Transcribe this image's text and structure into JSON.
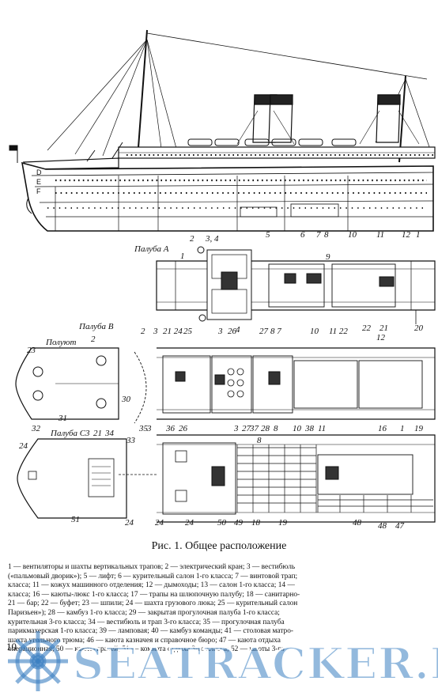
{
  "figure": {
    "caption": "Рис. 1. Общее расположение",
    "deck_labels": {
      "deck_a": "Палуба А",
      "deck_b": "Палуба В",
      "deck_c": "Палуба С",
      "poop": "Полуют"
    },
    "ship_marks": [
      "D",
      "E",
      "F"
    ]
  },
  "legend_lines": [
    "1 — вентиляторы и шахты вертикальных трапов; 2 — электрический кран; 3 — вестибюль",
    "(«пальмовый дворик»); 5 — лифт; 6 — курительный салон 1-го класса; 7 — винтовой трап;",
    "класса; 11 — кожух машинного отделения; 12 — дымоходы; 13 — салон 1-го класса; 14 —",
    "класса; 16 — каюты-люкс 1-го класса; 17 — трапы на шлюпочную палубу; 18 — санитарно-",
    "21 — бар; 22 — буфет; 23 — шпили; 24 — шахта грузового люка; 25 — курительный салон",
    "Паризьен»); 28 — камбуз 1-го класса; 29 — закрытая прогулочная палуба 1-го класса;",
    "курительная 3-го класса; 34 — вестибюль и трап 3-го класса; 35 — прогулочная палуба",
    "парикмахерская 1-го класса; 39 — ламповая; 40 — камбуз команды; 41 — столовая матро-",
    "шахта угольного трюма; 46 — каюта казначея и справочное бюро; 47 — каюта отдыха",
    "операционная; 50 — каюты врачей; 51 — комната отдыха 3-го класса; 52 — каюты 3-го"
  ],
  "page_number": "10",
  "watermark": "SEATRACKER.RU"
}
